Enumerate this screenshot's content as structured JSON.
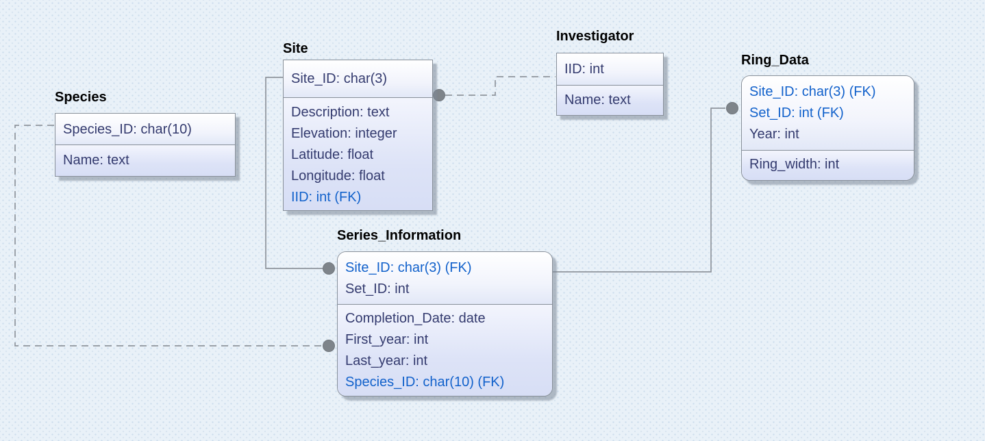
{
  "entities": {
    "species": {
      "title": "Species",
      "header": [
        {
          "text": "Species_ID: char(10)",
          "fk": false
        }
      ],
      "body": [
        {
          "text": "Name: text",
          "fk": false
        }
      ]
    },
    "site": {
      "title": "Site",
      "header": [
        {
          "text": "Site_ID: char(3)",
          "fk": false
        }
      ],
      "body": [
        {
          "text": "Description: text",
          "fk": false
        },
        {
          "text": "Elevation: integer",
          "fk": false
        },
        {
          "text": "Latitude: float",
          "fk": false
        },
        {
          "text": "Longitude: float",
          "fk": false
        },
        {
          "text": "IID: int (FK)",
          "fk": true
        }
      ]
    },
    "investigator": {
      "title": "Investigator",
      "header": [
        {
          "text": "IID: int",
          "fk": false
        }
      ],
      "body": [
        {
          "text": "Name: text",
          "fk": false
        }
      ]
    },
    "ring_data": {
      "title": "Ring_Data",
      "header": [
        {
          "text": "Site_ID: char(3) (FK)",
          "fk": true
        },
        {
          "text": "Set_ID: int (FK)",
          "fk": true
        },
        {
          "text": "Year: int",
          "fk": false
        }
      ],
      "body": [
        {
          "text": "Ring_width: int",
          "fk": false
        }
      ]
    },
    "series_information": {
      "title": "Series_Information",
      "header": [
        {
          "text": "Site_ID: char(3) (FK)",
          "fk": true
        },
        {
          "text": "Set_ID: int",
          "fk": false
        }
      ],
      "body": [
        {
          "text": "Completion_Date: date",
          "fk": false
        },
        {
          "text": "First_year: int",
          "fk": false
        },
        {
          "text": "Last_year: int",
          "fk": false
        },
        {
          "text": "Species_ID: char(10) (FK)",
          "fk": true
        }
      ]
    }
  },
  "relationships": [
    {
      "from": "Investigator",
      "to": "Site",
      "line": "dashed",
      "end_marker": "dot-at-Site"
    },
    {
      "from": "Site",
      "to": "Series_Information",
      "line": "solid",
      "end_marker": "dot-at-Series_Information"
    },
    {
      "from": "Species",
      "to": "Series_Information",
      "line": "dashed",
      "end_marker": "dot-at-Series_Information"
    },
    {
      "from": "Series_Information",
      "to": "Ring_Data",
      "line": "solid",
      "end_marker": "dot-at-Ring_Data"
    }
  ],
  "colors": {
    "background": "#e9f1f8",
    "attribute_text": "#333a6e",
    "foreign_key_text": "#1161cb",
    "title_text": "#000000",
    "connector": "#8f959c"
  }
}
